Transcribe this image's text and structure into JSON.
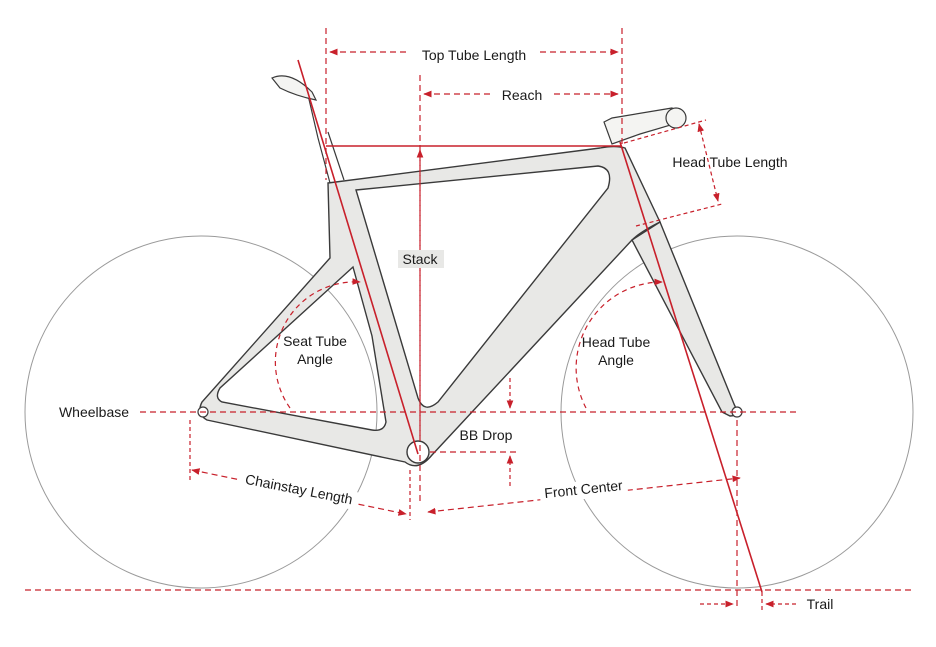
{
  "colors": {
    "dimension_red": "#c8202b",
    "frame_fill": "#e8e8e6",
    "frame_stroke": "#3a3a3a",
    "wheel_stroke": "#9a9a9a",
    "background": "#ffffff"
  },
  "labels": {
    "top_tube_length": "Top Tube Length",
    "reach": "Reach",
    "head_tube_length": "Head Tube Length",
    "stack": "Stack",
    "seat_tube_angle_line1": "Seat Tube",
    "seat_tube_angle_line2": "Angle",
    "head_tube_angle_line1": "Head Tube",
    "head_tube_angle_line2": "Angle",
    "wheelbase": "Wheelbase",
    "bb_drop": "BB Drop",
    "chainstay_length": "Chainstay Length",
    "front_center": "Front Center",
    "trail": "Trail"
  }
}
